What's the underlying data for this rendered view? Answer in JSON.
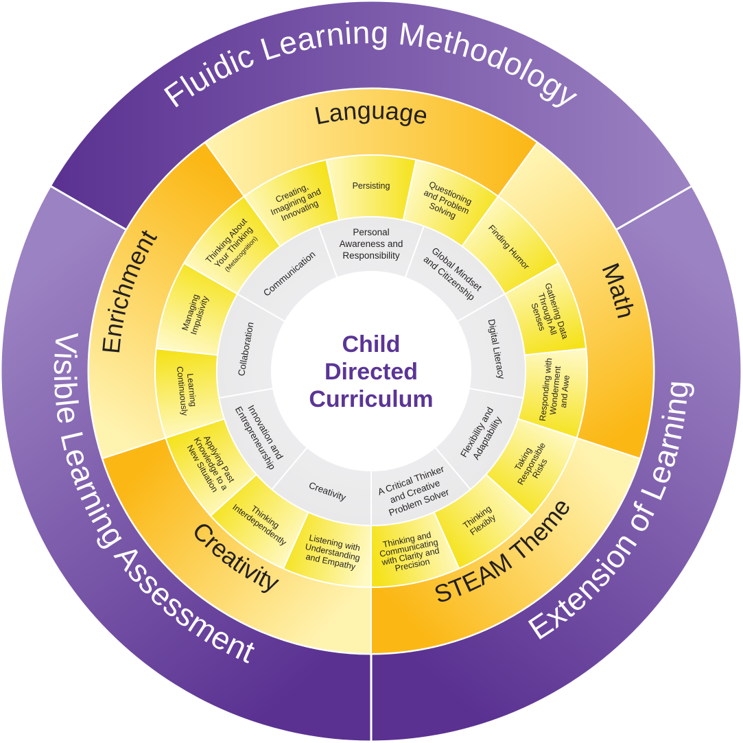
{
  "outer_ring": [
    {
      "label": "Fluidic Learning Methodology",
      "color_a": "#5a3191",
      "color_b": "#9b82c2"
    },
    {
      "label": "Extension of Learning",
      "color_a": "#9b82c2",
      "color_b": "#5a3191"
    },
    {
      "label": "Visible Learning Assessment",
      "color_a": "#5a3191",
      "color_b": "#9b82c2"
    }
  ],
  "subject_ring": [
    {
      "label": "Language"
    },
    {
      "label": "Math"
    },
    {
      "label": "STEAM Theme"
    },
    {
      "label": "Creativity"
    },
    {
      "label": "Enrichment"
    }
  ],
  "habits_ring": [
    {
      "lines": [
        "Persisting"
      ]
    },
    {
      "lines": [
        "Questioning",
        "and Problem",
        "Solving"
      ]
    },
    {
      "lines": [
        "Finding Humor"
      ]
    },
    {
      "lines": [
        "Gathering Data",
        "Through All",
        "Senses"
      ]
    },
    {
      "lines": [
        "Responding with",
        "Wonderment",
        "and Awe"
      ]
    },
    {
      "lines": [
        "Taking",
        "Responsible",
        "Risks"
      ]
    },
    {
      "lines": [
        "Thinking",
        "Flexibly"
      ]
    },
    {
      "lines": [
        "Thinking and",
        "Communicating",
        "with Clarity and",
        "Precision"
      ]
    },
    {
      "lines": [
        "Listening with",
        "Understanding",
        "and Empathy"
      ]
    },
    {
      "lines": [
        "Thinking",
        "Interdependently"
      ]
    },
    {
      "lines": [
        "Applying Past",
        "Knowledge to a",
        "New Situation"
      ]
    },
    {
      "lines": [
        "Learning",
        "Continuously"
      ]
    },
    {
      "lines": [
        "Managing",
        "Impulsivity"
      ]
    },
    {
      "lines": [
        "Thinking About",
        "Your Thinking",
        "(Metacognition)"
      ]
    },
    {
      "lines": [
        "Creating,",
        "Imagining and",
        "Innovating"
      ]
    }
  ],
  "competency_ring": [
    {
      "lines": [
        "Personal",
        "Awareness and",
        "Responsibility"
      ]
    },
    {
      "lines": [
        "Global Mindset",
        "and Citizenship"
      ]
    },
    {
      "lines": [
        "Digital Literacy"
      ]
    },
    {
      "lines": [
        "Flexibility and",
        "Adaptability"
      ]
    },
    {
      "lines": [
        "A Critical Thinker",
        "and Creative",
        "Problem Solver"
      ]
    },
    {
      "lines": [
        "Creativity"
      ]
    },
    {
      "lines": [
        "Innovation and",
        "Entrepreneurship"
      ]
    },
    {
      "lines": [
        "Collaboration"
      ]
    },
    {
      "lines": [
        "Communication"
      ]
    }
  ],
  "center": {
    "lines": [
      "Child",
      "Directed",
      "Curriculum"
    ],
    "color": "#5b3596"
  },
  "colors": {
    "yellow_light": "#fff3b0",
    "yellow_dark": "#fbb714",
    "habit_light": "#fff9c4",
    "habit_dark": "#f5e21a",
    "grey_light": "#f4f4f5",
    "grey_dark": "#d9d9db",
    "purple": "#5b3596"
  }
}
